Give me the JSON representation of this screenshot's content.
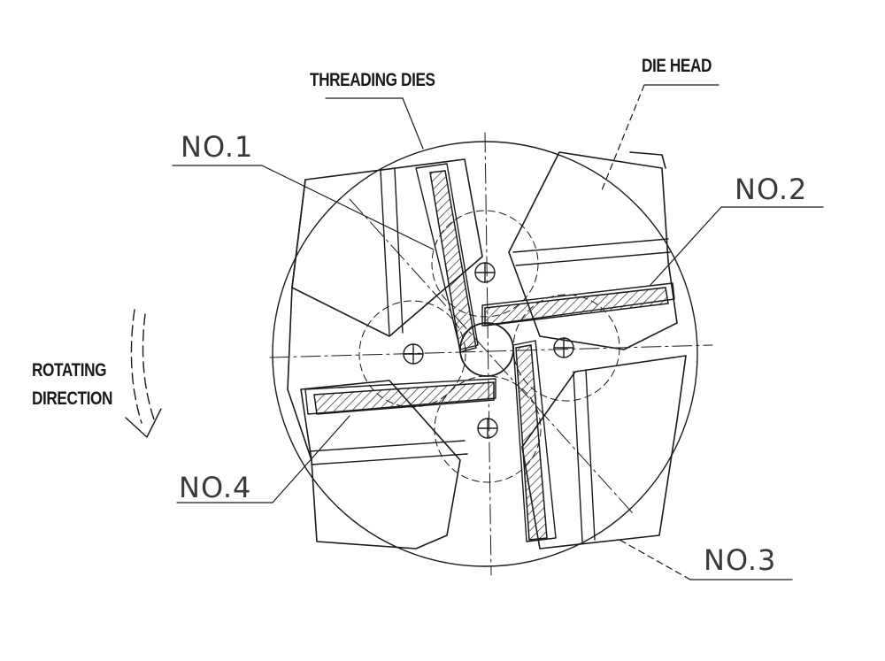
{
  "labels": {
    "threading_dies": "THREADING DIES",
    "die_head": "DIE HEAD",
    "no1": "NO.1",
    "no2": "NO.2",
    "no3": "NO.3",
    "no4": "NO.4",
    "rotating_direction_line1": "ROTATING",
    "rotating_direction_line2": "DIRECTION"
  },
  "colors": {
    "ink": "#1a1a1a",
    "hatch": "#2a2a2a"
  }
}
